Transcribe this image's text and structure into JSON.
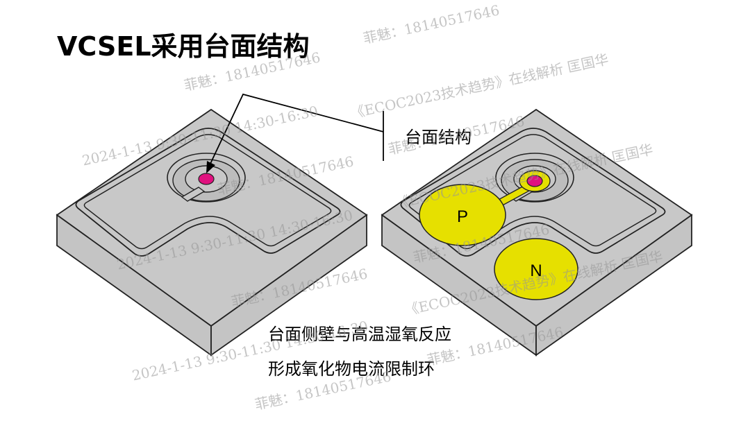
{
  "title": "VCSEL采用台面结构",
  "labels": {
    "mesa": "台面结构",
    "pad_p": "P",
    "pad_n": "N"
  },
  "caption": {
    "line1": "台面侧壁与高温湿氧反应",
    "line2": "形成氧化物电流限制环"
  },
  "watermarks": {
    "contact": "菲魅：18140517646",
    "event": "《ECOC2023技术趋势》在线解析  匡国华",
    "time": "2024-1-13  9:30-11:30   14:30-16:30"
  },
  "colors": {
    "chip_body": "#c8c8c8",
    "emitter": "#e0127f",
    "pad": "#e6e000"
  }
}
